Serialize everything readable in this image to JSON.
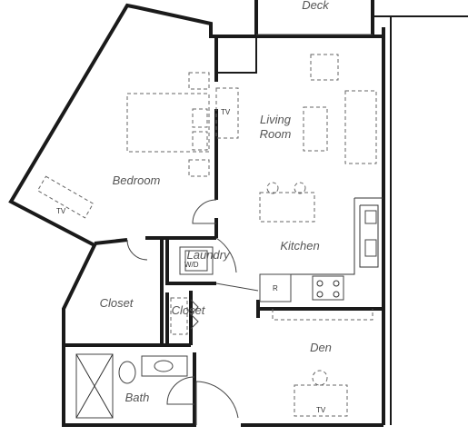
{
  "rooms": {
    "deck": "Deck",
    "living_line1": "Living",
    "living_line2": "Room",
    "bedroom": "Bedroom",
    "kitchen": "Kitchen",
    "laundry": "Laundry",
    "closet_large": "Closet",
    "closet_small": "Closet",
    "den": "Den",
    "bath": "Bath"
  },
  "fixtures": {
    "tv_bedroom_wall": "TV",
    "tv_bedroom_corner": "TV",
    "tv_den": "TV",
    "washer_dryer": "W/D",
    "refrigerator": "R"
  }
}
